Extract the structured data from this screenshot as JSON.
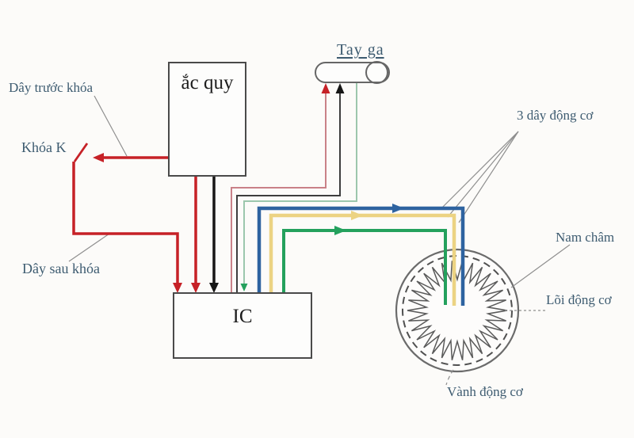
{
  "diagram": {
    "nodes": {
      "battery": {
        "label": "ắc quy"
      },
      "throttle": {
        "label": "Tay ga"
      },
      "controller": {
        "label": "IC"
      }
    },
    "annotations": {
      "wire_before_lock": {
        "label": "Dây trước khóa"
      },
      "lock_switch": {
        "label": "Khóa K"
      },
      "wire_after_lock": {
        "label": "Dây sau khóa"
      },
      "three_motor_wires": {
        "label": "3 dây động cơ"
      },
      "magnet": {
        "label": "Nam châm"
      },
      "motor_core": {
        "label": "Lõi động cơ"
      },
      "motor_rim": {
        "label": "Vành động cơ"
      }
    }
  },
  "colors": {
    "wire-red": "#c62127",
    "wire-red-thin": "#c98188",
    "wire-black": "#161616",
    "wire-black-thin": "#3d3d3d",
    "wire-green-thin": "#9cc7ad",
    "wire-blue": "#2e63a0",
    "wire-yellow": "#ecd383",
    "wire-green": "#24a15d",
    "label-text": "#3d5b70",
    "box-border": "#4a4a4a",
    "motor-outline": "#6b6b6b",
    "motor-dashed": "#505050",
    "coil": "#5a5a5a",
    "pointer": "#8f8f8f",
    "background": "#fcfbf9"
  }
}
